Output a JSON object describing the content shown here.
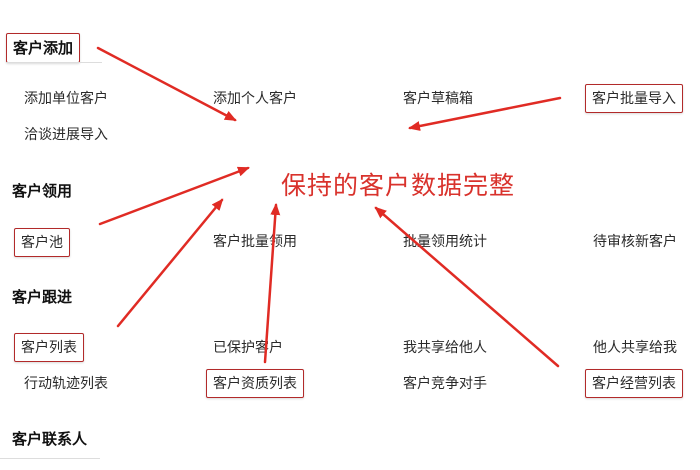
{
  "sections": {
    "add": {
      "title": "客户添加",
      "items": [
        "添加单位客户",
        "添加个人客户",
        "客户草稿箱",
        "客户批量导入",
        "洽谈进展导入"
      ]
    },
    "claim": {
      "title": "客户领用",
      "items": [
        "客户池",
        "客户批量领用",
        "批量领用统计",
        "待审核新客户"
      ]
    },
    "follow": {
      "title": "客户跟进",
      "items": [
        "客户列表",
        "已保护客户",
        "我共享给他人",
        "他人共享给我",
        "行动轨迹列表",
        "客户资质列表",
        "客户竞争对手",
        "客户经营列表"
      ]
    },
    "contact": {
      "title": "客户联系人"
    }
  },
  "annotation": {
    "headline": "保持的客户数据完整",
    "color": "#d9322c"
  }
}
